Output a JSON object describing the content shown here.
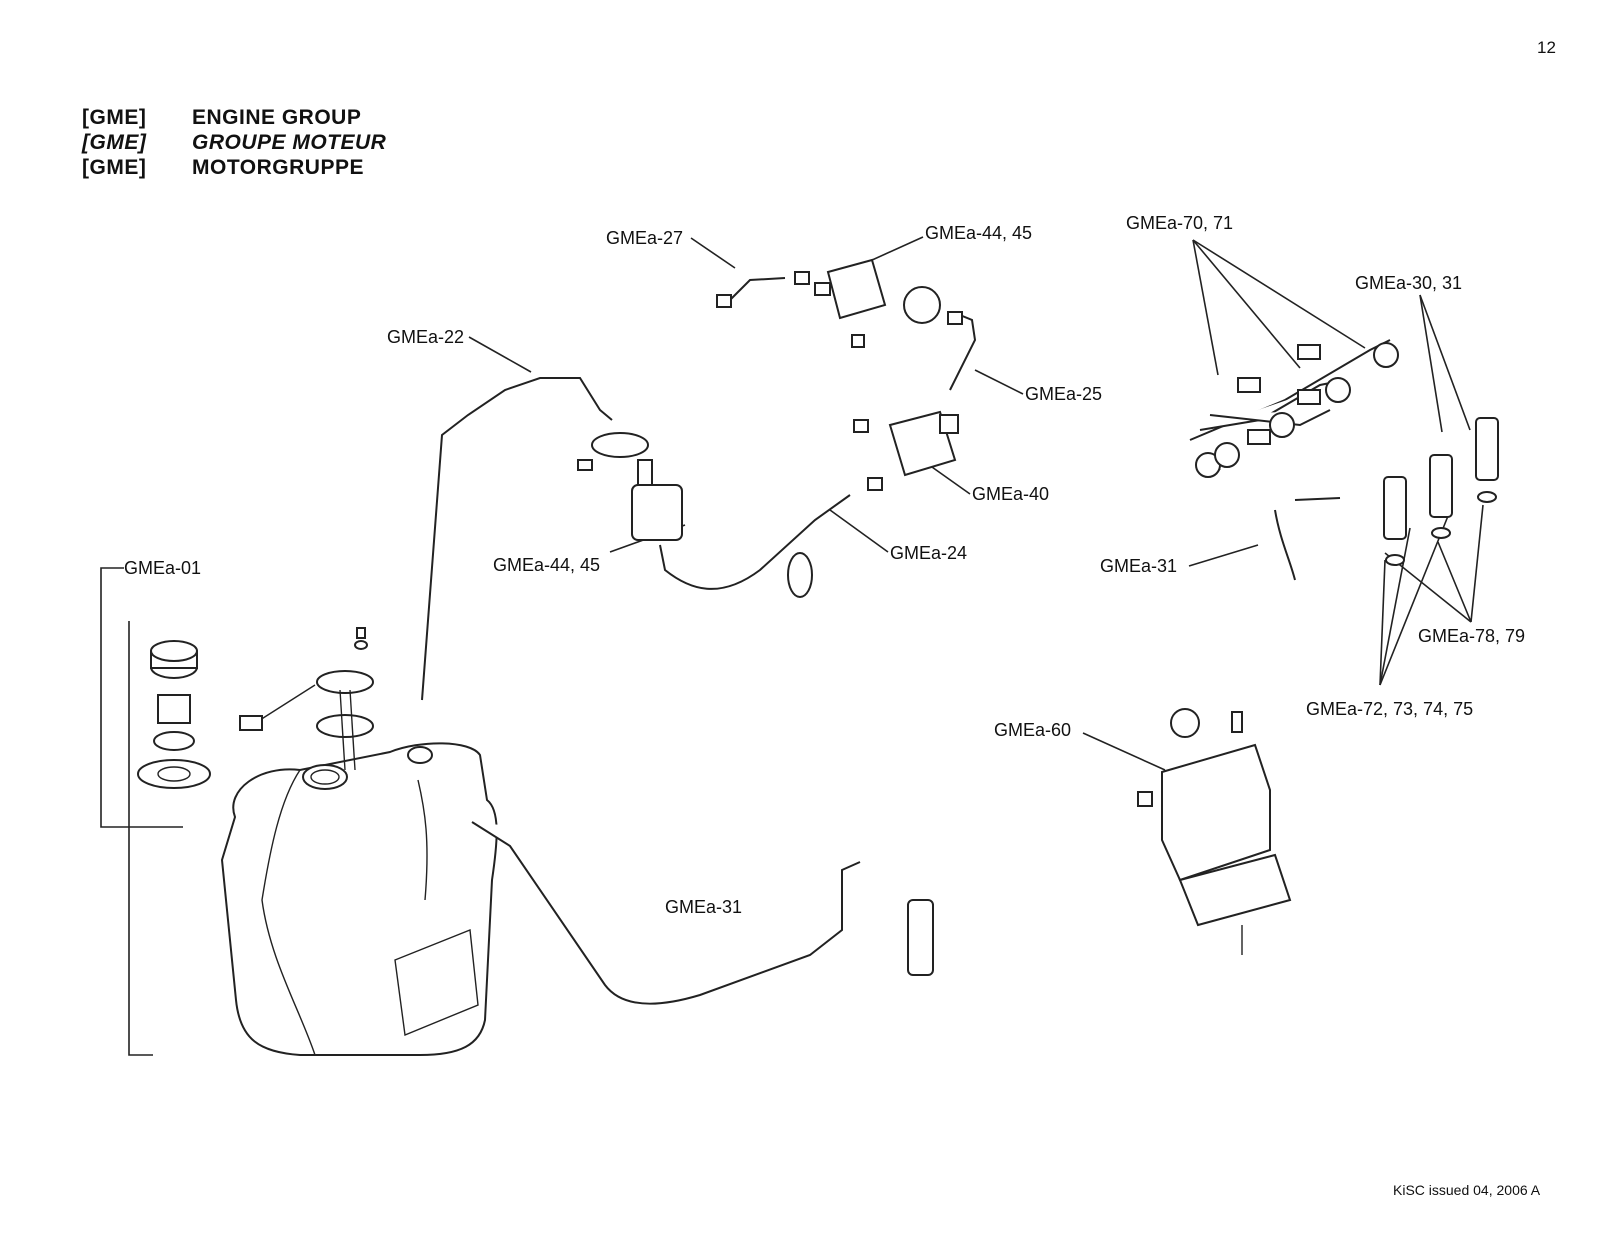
{
  "page_number": "12",
  "title_lines": [
    {
      "code": "[GME]",
      "title": "ENGINE GROUP"
    },
    {
      "code": "[GME]",
      "title": "GROUPE MOTEUR"
    },
    {
      "code": "[GME]",
      "title": "MOTORGRUPPE"
    }
  ],
  "callouts": [
    "GMEa-01",
    "GMEa-22",
    "GMEa-27",
    "GMEa-44, 45",
    "GMEa-25",
    "GMEa-40",
    "GMEa-24",
    "GMEa-44, 45",
    "GMEa-31",
    "GMEa-70, 71",
    "GMEa-30, 31",
    "GMEa-31",
    "GMEa-78, 79",
    "GMEa-72, 73, 74, 75",
    "GMEa-60"
  ],
  "footer": "KiSC issued 04, 2006 A"
}
